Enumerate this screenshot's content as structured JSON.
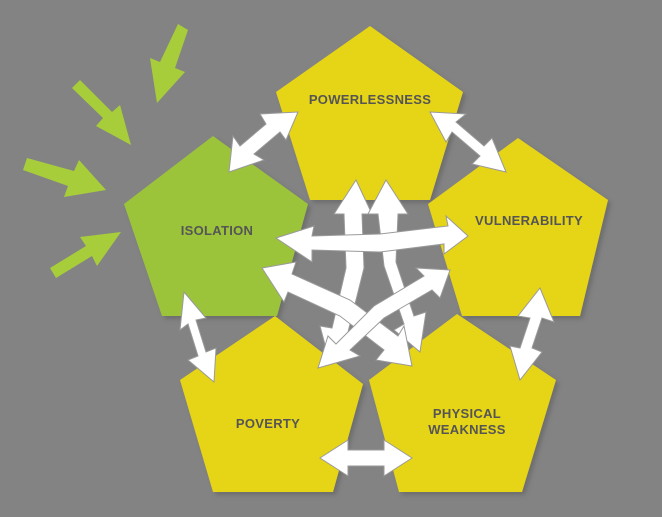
{
  "diagram": {
    "nodes": {
      "powerlessness": {
        "label": "POWERLESSNESS",
        "color": "#e6d416"
      },
      "vulnerability": {
        "label": "VULNERABILITY",
        "color": "#e6d416"
      },
      "isolation": {
        "label": "ISOLATION",
        "color": "#9bc43b"
      },
      "poverty": {
        "label": "POVERTY",
        "color": "#e6d416"
      },
      "physical_weakness": {
        "label_line1": "PHYSICAL",
        "label_line2": "WEAKNESS",
        "color": "#e6d416"
      }
    },
    "background_color": "#838383",
    "arrow_color": "#ffffff",
    "burst_color": "#a7cd3a"
  }
}
